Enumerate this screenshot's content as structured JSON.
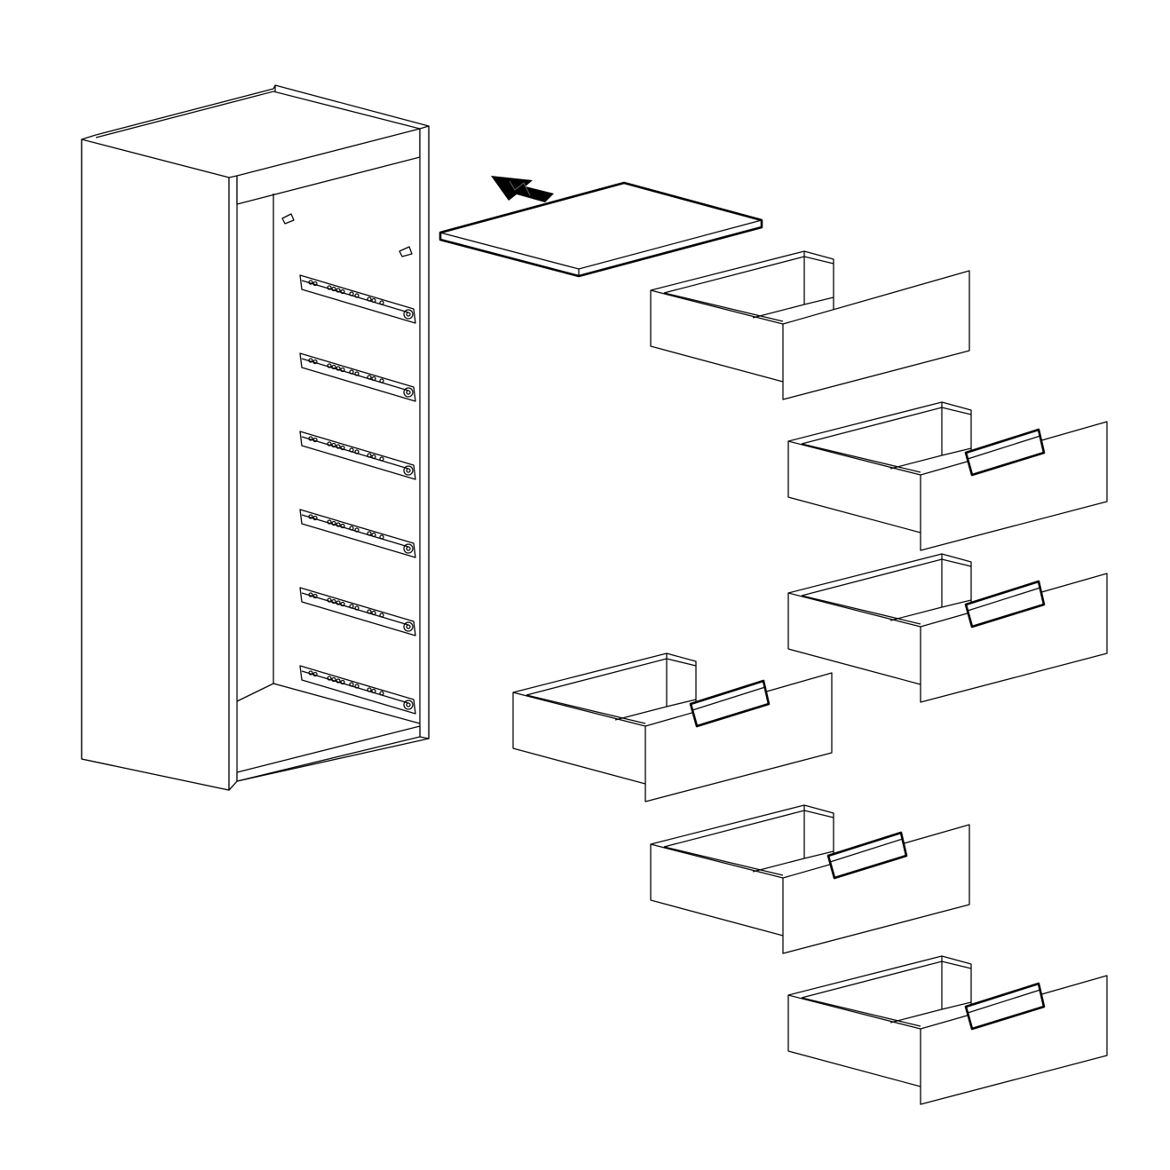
{
  "diagram": {
    "type": "assembly-instruction",
    "colors": {
      "line": "#000000",
      "background": "#ffffff"
    },
    "components": {
      "cabinet": 1,
      "drawer_rails": 6,
      "top_board": 1,
      "drawers_with_handle": 5,
      "drawers_without_handle": 1
    },
    "icons": {
      "arrow": "insert-arrow-icon"
    }
  }
}
